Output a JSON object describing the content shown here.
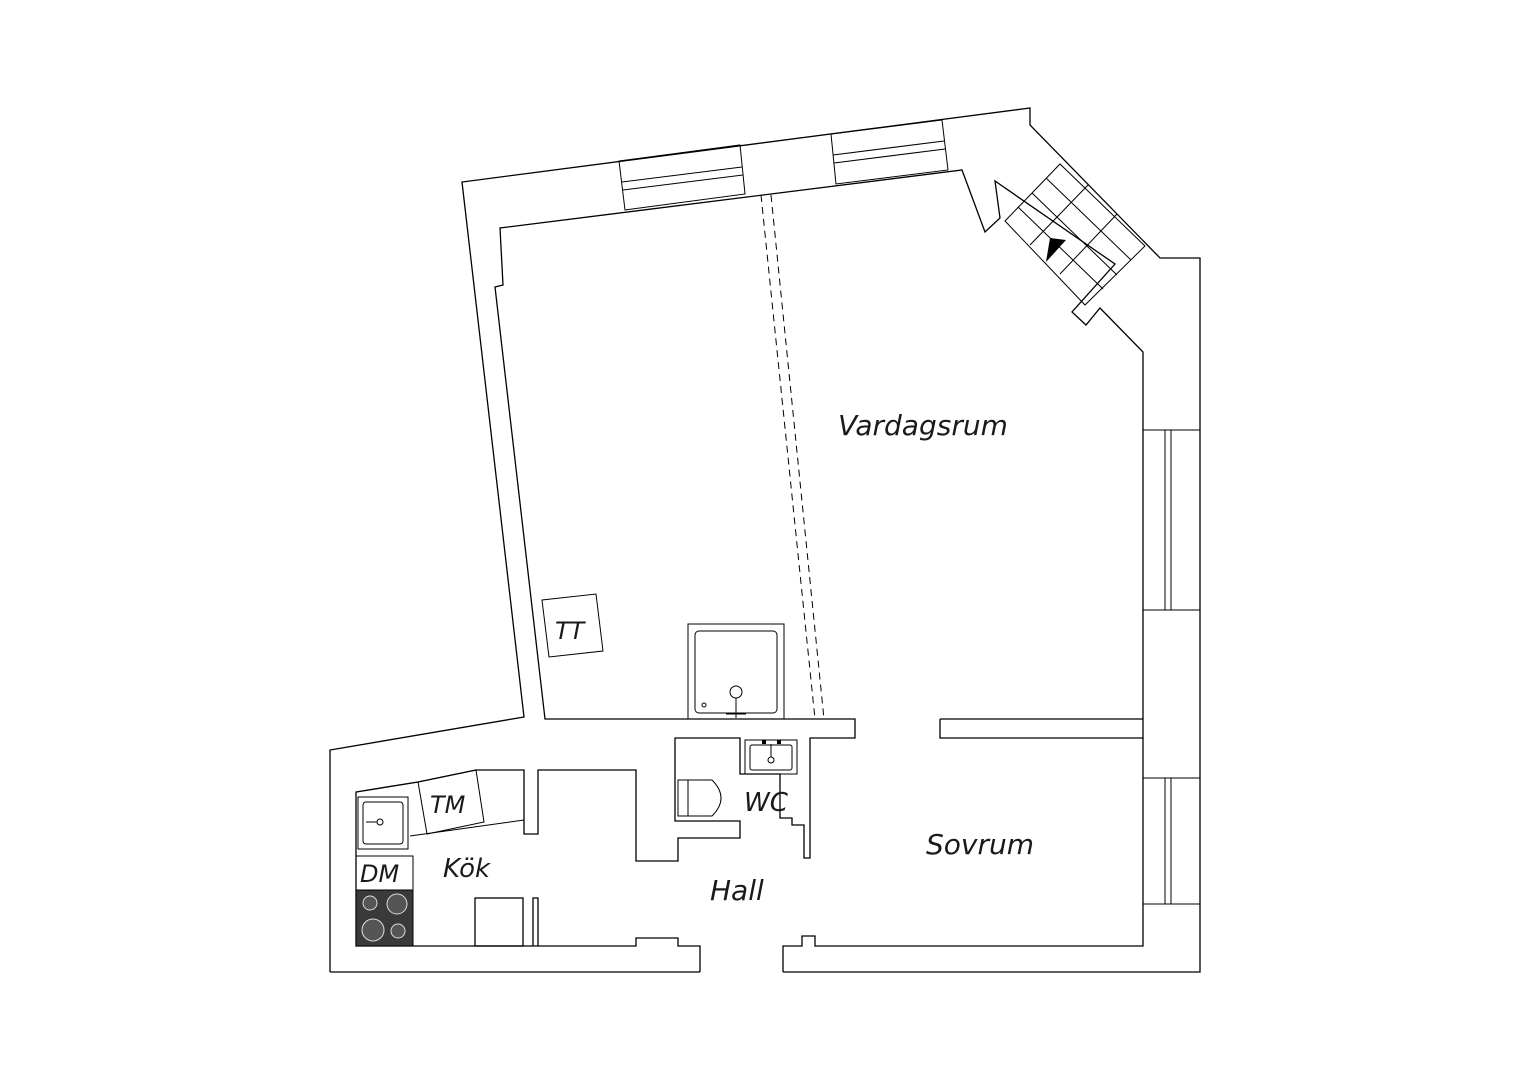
{
  "rooms": {
    "vardagsrum": "Vardagsrum",
    "sovrum": "Sovrum",
    "hall": "Hall",
    "kok": "Kök",
    "wc": "WC"
  },
  "fixtures": {
    "tt": "TT",
    "tm": "TM",
    "dm": "DM"
  },
  "colors": {
    "line": "#000000",
    "stove": "#3a3a3a",
    "background": "#ffffff"
  }
}
